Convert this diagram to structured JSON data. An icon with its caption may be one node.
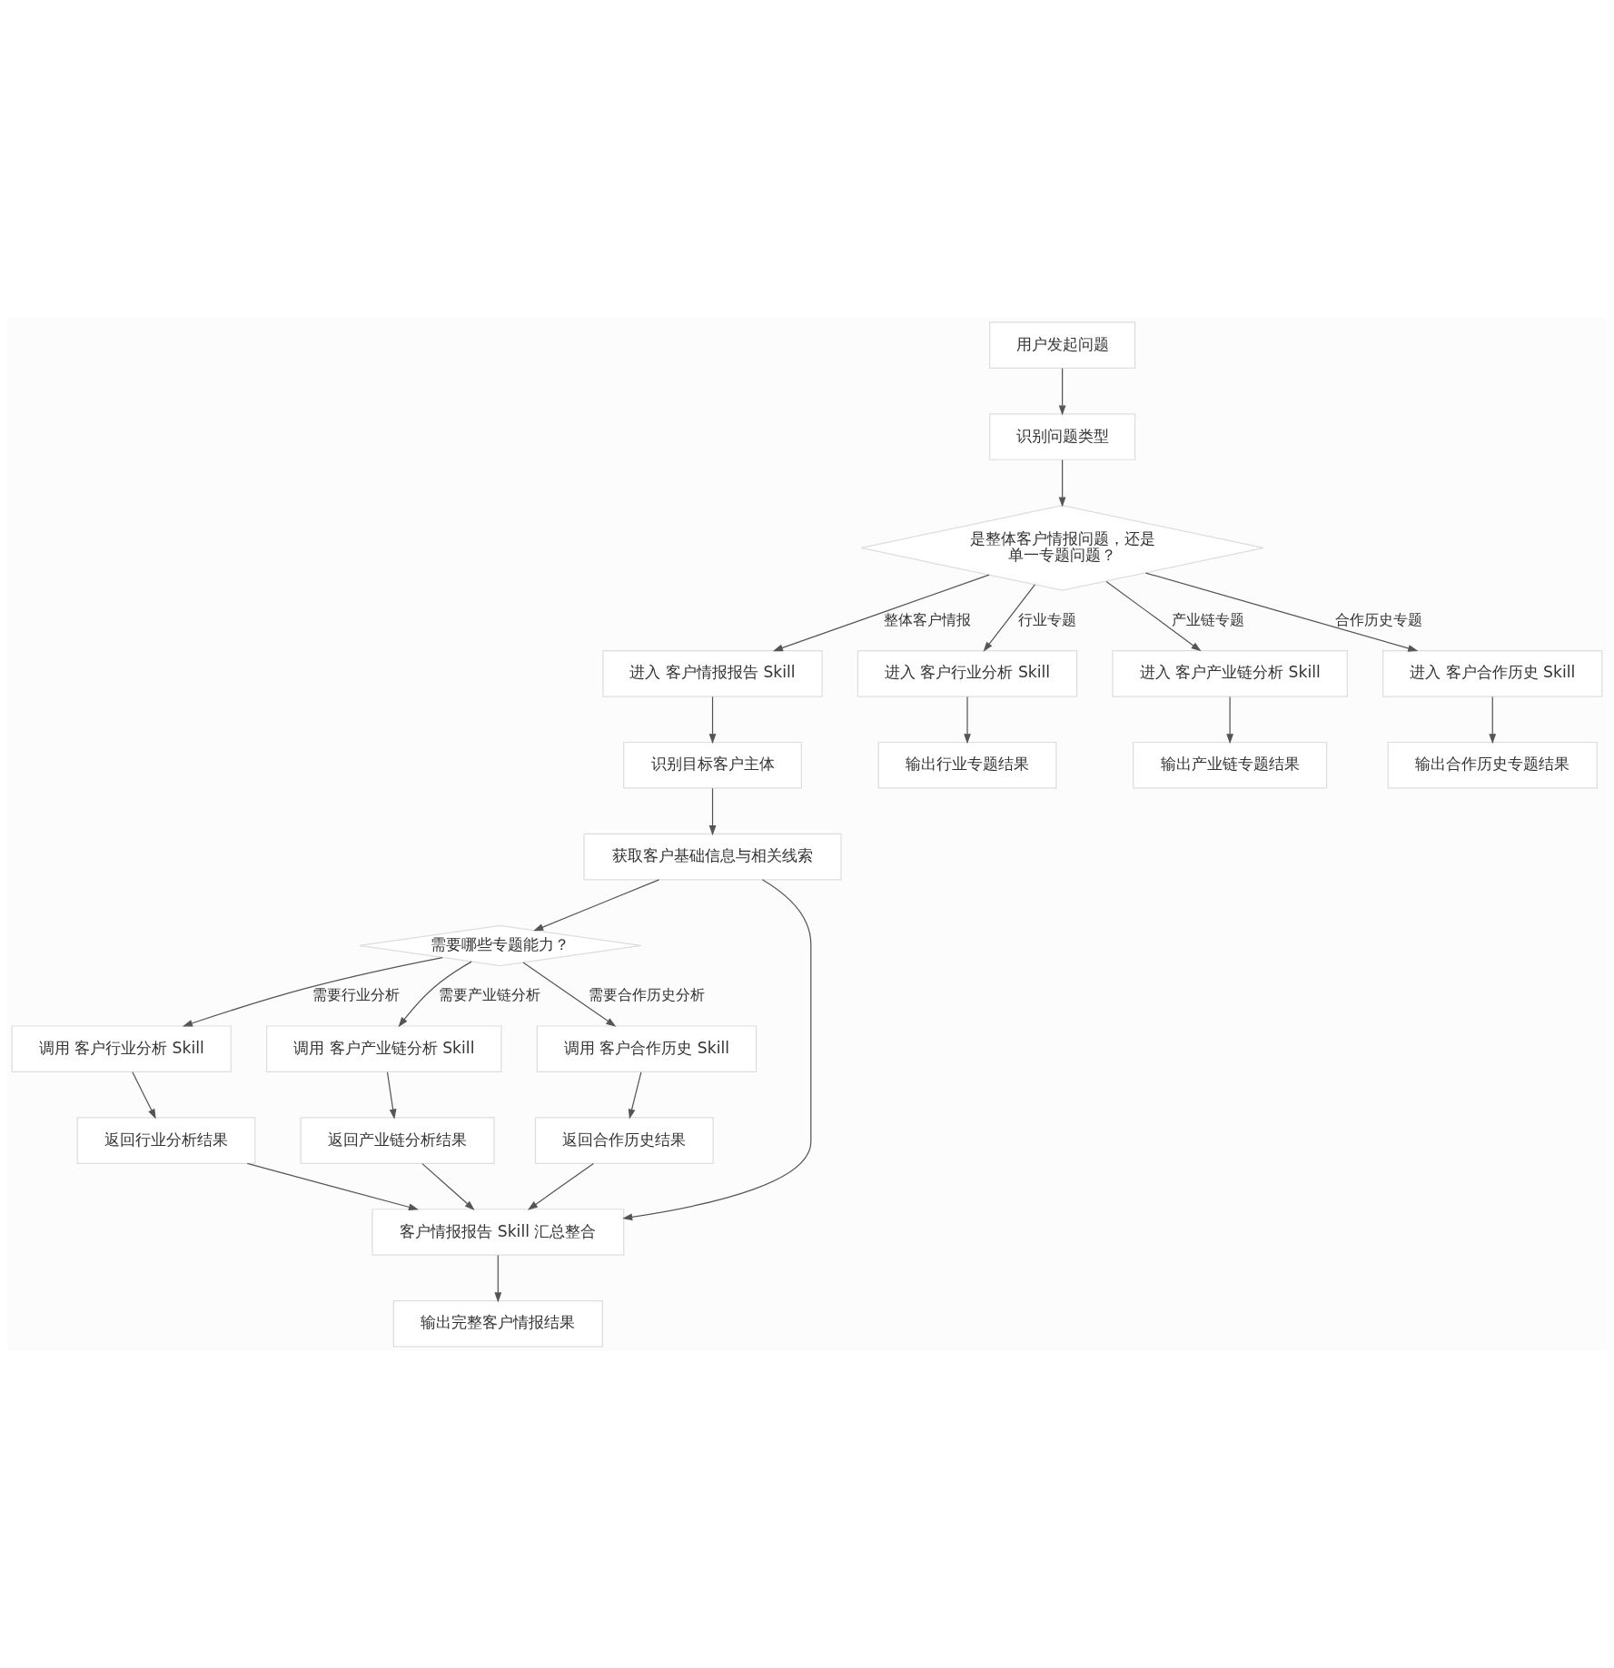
{
  "diagram": {
    "nodes": [
      {
        "text": [
          "用户发起问题"
        ]
      },
      {
        "text": [
          "识别问题类型"
        ]
      },
      {
        "text": [
          "是整体客户情报问题，还是单一专题问题？"
        ]
      },
      {
        "text": [
          "进入 客户情报报告 Skill"
        ]
      },
      {
        "text": [
          "进入 客户行业分析 Skill"
        ]
      },
      {
        "text": [
          "进入 客户产业链分析 Skill"
        ]
      },
      {
        "text": [
          "进入 客户合作历史 Skill"
        ]
      },
      {
        "text": [
          "识别目标客户主体"
        ]
      },
      {
        "text": [
          "输出行业专题结果"
        ]
      },
      {
        "text": [
          "输出产业链专题结果"
        ]
      },
      {
        "text": [
          "输出合作历史专题结果"
        ]
      },
      {
        "text": [
          "获取客户基础信息与相关线索"
        ]
      },
      {
        "text": [
          "需要哪些专题能力？"
        ]
      },
      {
        "text": [
          "调用 客户行业分析 Skill"
        ]
      },
      {
        "text": [
          "调用 客户产业链分析 Skill"
        ]
      },
      {
        "text": [
          "调用 客户合作历史 Skill"
        ]
      },
      {
        "text": [
          "返回行业分析结果"
        ]
      },
      {
        "text": [
          "返回产业链分析结果"
        ]
      },
      {
        "text": [
          "返回合作历史结果"
        ]
      },
      {
        "text": [
          "客户情报报告 Skill 汇总整合"
        ]
      },
      {
        "text": [
          "输出完整客户情报结果"
        ]
      }
    ],
    "edges": [
      {
        "from": 0,
        "to": 1,
        "arrow": "to"
      },
      {
        "from": 1,
        "to": 2,
        "arrow": "to"
      },
      {
        "from": 2,
        "to": 3,
        "arrow": "to",
        "label": "整体客户情报"
      },
      {
        "from": 2,
        "to": 4,
        "arrow": "to",
        "label": "行业专题"
      },
      {
        "from": 2,
        "to": 5,
        "arrow": "to",
        "label": "产业链专题"
      },
      {
        "from": 2,
        "to": 6,
        "arrow": "to",
        "label": "合作历史专题"
      },
      {
        "from": 3,
        "to": 7,
        "arrow": "to"
      },
      {
        "from": 4,
        "to": 8,
        "arrow": "to"
      },
      {
        "from": 5,
        "to": 9,
        "arrow": "to"
      },
      {
        "from": 6,
        "to": 10,
        "arrow": "to"
      },
      {
        "from": 7,
        "to": 11,
        "arrow": "to"
      },
      {
        "from": 11,
        "to": 12,
        "arrow": "to"
      },
      {
        "from": 11,
        "to": 19,
        "arrow": "to"
      },
      {
        "from": 12,
        "to": 13,
        "arrow": "to",
        "label": "需要行业分析"
      },
      {
        "from": 12,
        "to": 14,
        "arrow": "to",
        "label": "需要产业链分析"
      },
      {
        "from": 12,
        "to": 15,
        "arrow": "to",
        "label": "需要合作历史分析"
      },
      {
        "from": 13,
        "to": 16,
        "arrow": "to"
      },
      {
        "from": 14,
        "to": 17,
        "arrow": "to"
      },
      {
        "from": 15,
        "to": 18,
        "arrow": "to"
      },
      {
        "from": 16,
        "to": 19,
        "arrow": "to"
      },
      {
        "from": 17,
        "to": 19,
        "arrow": "to"
      },
      {
        "from": 18,
        "to": 19,
        "arrow": "to"
      },
      {
        "from": 19,
        "to": 20,
        "arrow": "to"
      }
    ]
  }
}
